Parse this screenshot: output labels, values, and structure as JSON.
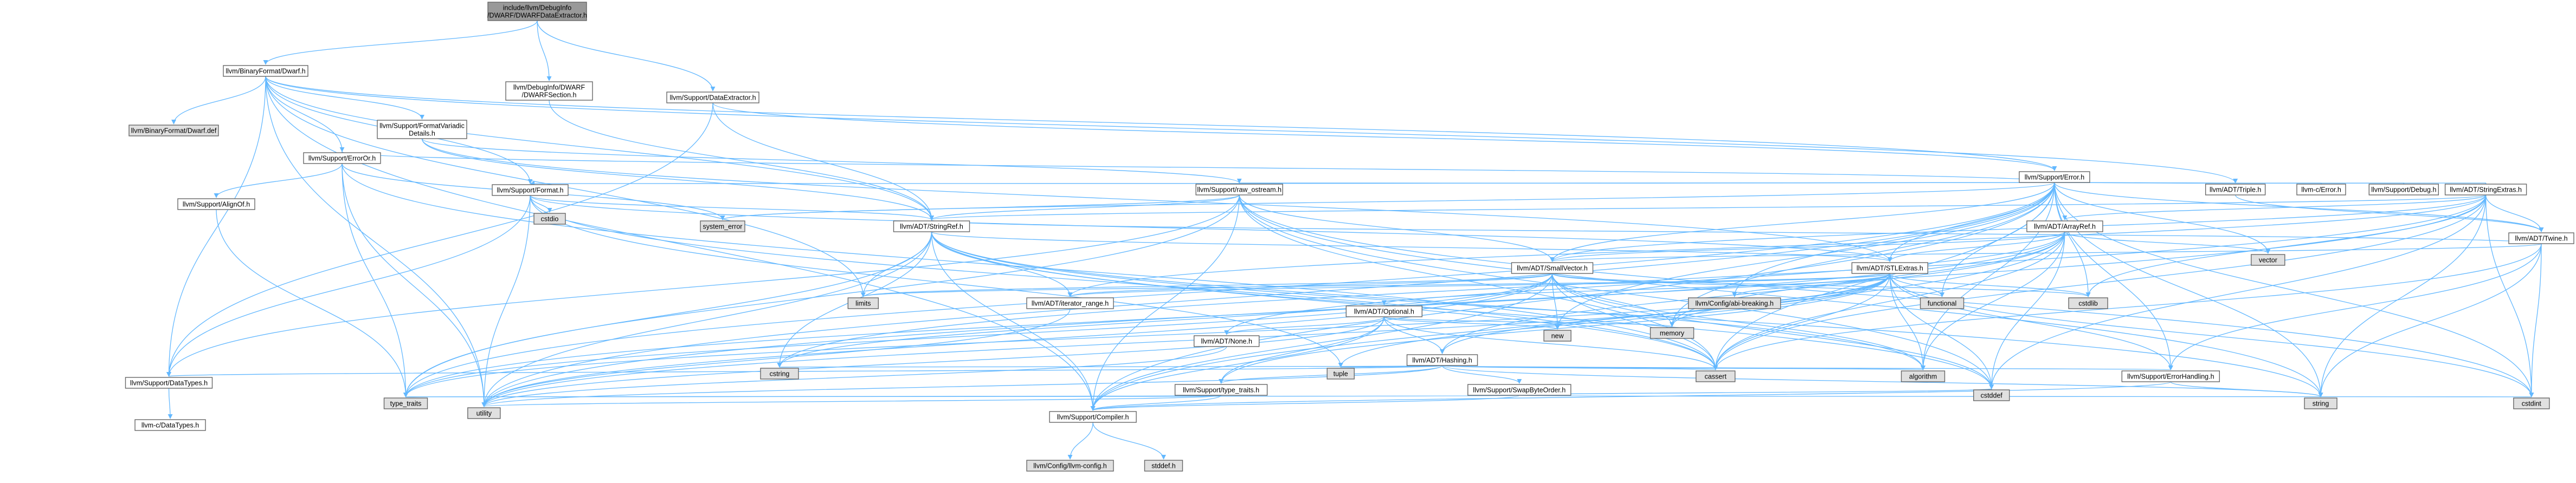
{
  "colors": {
    "edge": "#63b8ff",
    "node_fill": "#ffffff",
    "focus_fill": "#999999",
    "system_fill": "#e0e0e0",
    "node_border": "#666666",
    "red_border": "#ff0000"
  },
  "nodes": [
    {
      "id": "root",
      "label": [
        "include/llvm/DebugInfo",
        "/DWARF/DWARFDataExtractor.h"
      ],
      "style": "focus"
    },
    {
      "id": "dwarf",
      "label": [
        "llvm/BinaryFormat/Dwarf.h"
      ],
      "style": "normal"
    },
    {
      "id": "dwarfsect",
      "label": [
        "llvm/DebugInfo/DWARF",
        "/DWARFSection.h"
      ],
      "style": "normal"
    },
    {
      "id": "dataext",
      "label": [
        "llvm/Support/DataExtractor.h"
      ],
      "style": "normal"
    },
    {
      "id": "dwarfdef",
      "label": [
        "llvm/BinaryFormat/Dwarf.def"
      ],
      "style": "system"
    },
    {
      "id": "fmtvar",
      "label": [
        "llvm/Support/FormatVariadic",
        "Details.h"
      ],
      "style": "normal"
    },
    {
      "id": "erroror",
      "label": [
        "llvm/Support/ErrorOr.h"
      ],
      "style": "normal"
    },
    {
      "id": "format",
      "label": [
        "llvm/Support/Format.h"
      ],
      "style": "normal"
    },
    {
      "id": "alignof",
      "label": [
        "llvm/Support/AlignOf.h"
      ],
      "style": "normal"
    },
    {
      "id": "cstdio",
      "label": [
        "cstdio"
      ],
      "style": "system"
    },
    {
      "id": "syserr",
      "label": [
        "system_error"
      ],
      "style": "system"
    },
    {
      "id": "rawos",
      "label": [
        "llvm/Support/raw_ostream.h"
      ],
      "style": "red"
    },
    {
      "id": "stringref",
      "label": [
        "llvm/ADT/StringRef.h"
      ],
      "style": "normal"
    },
    {
      "id": "error",
      "label": [
        "llvm/Support/Error.h"
      ],
      "style": "normal"
    },
    {
      "id": "triple",
      "label": [
        "llvm/ADT/Triple.h"
      ],
      "style": "normal"
    },
    {
      "id": "cerror",
      "label": [
        "llvm-c/Error.h"
      ],
      "style": "red"
    },
    {
      "id": "debug",
      "label": [
        "llvm/Support/Debug.h"
      ],
      "style": "normal"
    },
    {
      "id": "strext",
      "label": [
        "llvm/ADT/StringExtras.h"
      ],
      "style": "red"
    },
    {
      "id": "twine",
      "label": [
        "llvm/ADT/Twine.h"
      ],
      "style": "normal"
    },
    {
      "id": "arrayref",
      "label": [
        "llvm/ADT/ArrayRef.h"
      ],
      "style": "red"
    },
    {
      "id": "vector",
      "label": [
        "vector"
      ],
      "style": "system"
    },
    {
      "id": "smallvec",
      "label": [
        "llvm/ADT/SmallVector.h"
      ],
      "style": "red"
    },
    {
      "id": "stlextras",
      "label": [
        "llvm/ADT/STLExtras.h"
      ],
      "style": "red"
    },
    {
      "id": "limits",
      "label": [
        "limits"
      ],
      "style": "system"
    },
    {
      "id": "iterrange",
      "label": [
        "llvm/ADT/iterator_range.h"
      ],
      "style": "normal"
    },
    {
      "id": "optional",
      "label": [
        "llvm/ADT/Optional.h"
      ],
      "style": "normal"
    },
    {
      "id": "none",
      "label": [
        "llvm/ADT/None.h"
      ],
      "style": "normal"
    },
    {
      "id": "hashing",
      "label": [
        "llvm/ADT/Hashing.h"
      ],
      "style": "normal"
    },
    {
      "id": "cfgbreak",
      "label": [
        "llvm/Config/abi-breaking.h"
      ],
      "style": "system"
    },
    {
      "id": "memory",
      "label": [
        "memory"
      ],
      "style": "system"
    },
    {
      "id": "functional",
      "label": [
        "functional"
      ],
      "style": "system"
    },
    {
      "id": "cstdlib",
      "label": [
        "cstdlib"
      ],
      "style": "system"
    },
    {
      "id": "new",
      "label": [
        "new"
      ],
      "style": "system"
    },
    {
      "id": "tuple",
      "label": [
        "tuple"
      ],
      "style": "system"
    },
    {
      "id": "cstring",
      "label": [
        "cstring"
      ],
      "style": "system"
    },
    {
      "id": "typetraits",
      "label": [
        "llvm/Support/type_traits.h"
      ],
      "style": "normal"
    },
    {
      "id": "swapbyte",
      "label": [
        "llvm/Support/SwapByteOrder.h"
      ],
      "style": "red"
    },
    {
      "id": "datatypes",
      "label": [
        "llvm/Support/DataTypes.h"
      ],
      "style": "normal"
    },
    {
      "id": "cdatatypes",
      "label": [
        "llvm-c/DataTypes.h"
      ],
      "style": "red"
    },
    {
      "id": "type_traits",
      "label": [
        "type_traits"
      ],
      "style": "system"
    },
    {
      "id": "utility",
      "label": [
        "utility"
      ],
      "style": "system"
    },
    {
      "id": "compiler",
      "label": [
        "llvm/Support/Compiler.h"
      ],
      "style": "normal"
    },
    {
      "id": "cassert",
      "label": [
        "cassert"
      ],
      "style": "system"
    },
    {
      "id": "algorithm",
      "label": [
        "algorithm"
      ],
      "style": "system"
    },
    {
      "id": "errhandling",
      "label": [
        "llvm/Support/ErrorHandling.h"
      ],
      "style": "normal"
    },
    {
      "id": "cstddef",
      "label": [
        "cstddef"
      ],
      "style": "system"
    },
    {
      "id": "string",
      "label": [
        "string"
      ],
      "style": "system"
    },
    {
      "id": "cstdint",
      "label": [
        "cstdint"
      ],
      "style": "system"
    },
    {
      "id": "llvmconfig",
      "label": [
        "llvm/Config/llvm-config.h"
      ],
      "style": "system"
    },
    {
      "id": "stddef",
      "label": [
        "stddef.h"
      ],
      "style": "system"
    }
  ],
  "edges": [
    [
      "root",
      "dwarf"
    ],
    [
      "root",
      "dwarfsect"
    ],
    [
      "root",
      "dataext"
    ],
    [
      "dwarf",
      "dwarfdef"
    ],
    [
      "dwarf",
      "fmtvar"
    ],
    [
      "dwarf",
      "erroror"
    ],
    [
      "dwarf",
      "format"
    ],
    [
      "dwarf",
      "stringref"
    ],
    [
      "dwarf",
      "error"
    ],
    [
      "dwarf",
      "triple"
    ],
    [
      "dwarf",
      "datatypes"
    ],
    [
      "dwarf",
      "limits"
    ],
    [
      "dwarf",
      "compiler"
    ],
    [
      "dwarf",
      "utility"
    ],
    [
      "dwarfsect",
      "stringref"
    ],
    [
      "dataext",
      "error"
    ],
    [
      "dataext",
      "stringref"
    ],
    [
      "dataext",
      "datatypes"
    ],
    [
      "fmtvar",
      "rawos"
    ],
    [
      "fmtvar",
      "stringref"
    ],
    [
      "fmtvar",
      "stlextras"
    ],
    [
      "erroror",
      "alignof"
    ],
    [
      "erroror",
      "syserr"
    ],
    [
      "erroror",
      "cassert"
    ],
    [
      "erroror",
      "type_traits"
    ],
    [
      "erroror",
      "utility"
    ],
    [
      "alignof",
      "type_traits"
    ],
    [
      "format",
      "cstdio"
    ],
    [
      "format",
      "stringref"
    ],
    [
      "format",
      "stlextras"
    ],
    [
      "format",
      "datatypes"
    ],
    [
      "format",
      "cassert"
    ],
    [
      "format",
      "tuple"
    ],
    [
      "format",
      "utility"
    ],
    [
      "rawos",
      "stringref"
    ],
    [
      "rawos",
      "smallvec"
    ],
    [
      "rawos",
      "datatypes"
    ],
    [
      "rawos",
      "syserr"
    ],
    [
      "rawos",
      "cassert"
    ],
    [
      "rawos",
      "cstddef"
    ],
    [
      "rawos",
      "cstdint"
    ],
    [
      "rawos",
      "string"
    ],
    [
      "rawos",
      "type_traits"
    ],
    [
      "rawos",
      "compiler"
    ],
    [
      "stringref",
      "stlextras"
    ],
    [
      "stringref",
      "iterrange"
    ],
    [
      "stringref",
      "compiler"
    ],
    [
      "stringref",
      "algorithm"
    ],
    [
      "stringref",
      "cassert"
    ],
    [
      "stringref",
      "cstddef"
    ],
    [
      "stringref",
      "cstring"
    ],
    [
      "stringref",
      "limits"
    ],
    [
      "stringref",
      "string"
    ],
    [
      "stringref",
      "type_traits"
    ],
    [
      "stringref",
      "utility"
    ],
    [
      "error",
      "cerror"
    ],
    [
      "error",
      "strext"
    ],
    [
      "error",
      "twine"
    ],
    [
      "error",
      "compiler"
    ],
    [
      "error",
      "debug"
    ],
    [
      "error",
      "errhandling"
    ],
    [
      "error",
      "erroror"
    ],
    [
      "error",
      "format"
    ],
    [
      "error",
      "rawos"
    ],
    [
      "error",
      "algorithm"
    ],
    [
      "error",
      "cassert"
    ],
    [
      "error",
      "cstdint"
    ],
    [
      "error",
      "cstdlib"
    ],
    [
      "error",
      "functional"
    ],
    [
      "error",
      "memory"
    ],
    [
      "error",
      "new"
    ],
    [
      "error",
      "string"
    ],
    [
      "error",
      "syserr"
    ],
    [
      "error",
      "type_traits"
    ],
    [
      "error",
      "utility"
    ],
    [
      "error",
      "vector"
    ],
    [
      "error",
      "stlextras"
    ],
    [
      "error",
      "cfgbreak"
    ],
    [
      "error",
      "smallvec"
    ],
    [
      "triple",
      "twine"
    ],
    [
      "strext",
      "arrayref"
    ],
    [
      "strext",
      "smallvec"
    ],
    [
      "strext",
      "stringref"
    ],
    [
      "strext",
      "twine"
    ],
    [
      "strext",
      "cassert"
    ],
    [
      "strext",
      "cstddef"
    ],
    [
      "strext",
      "cstdint"
    ],
    [
      "strext",
      "cstdlib"
    ],
    [
      "strext",
      "cstring"
    ],
    [
      "strext",
      "iterrange"
    ],
    [
      "strext",
      "string"
    ],
    [
      "strext",
      "utility"
    ],
    [
      "twine",
      "smallvec"
    ],
    [
      "twine",
      "stringref"
    ],
    [
      "twine",
      "errhandling"
    ],
    [
      "twine",
      "cassert"
    ],
    [
      "twine",
      "cstdint"
    ],
    [
      "twine",
      "string"
    ],
    [
      "arrayref",
      "hashing"
    ],
    [
      "arrayref",
      "none"
    ],
    [
      "arrayref",
      "smallvec"
    ],
    [
      "arrayref",
      "stlextras"
    ],
    [
      "arrayref",
      "compiler"
    ],
    [
      "arrayref",
      "algorithm"
    ],
    [
      "arrayref",
      "array"
    ],
    [
      "arrayref",
      "cassert"
    ],
    [
      "arrayref",
      "cstddef"
    ],
    [
      "arrayref",
      "memory"
    ],
    [
      "arrayref",
      "type_traits"
    ],
    [
      "arrayref",
      "vector"
    ],
    [
      "smallvec",
      "compiler"
    ],
    [
      "smallvec",
      "type_traits"
    ],
    [
      "smallvec",
      "algorithm"
    ],
    [
      "smallvec",
      "cassert"
    ],
    [
      "smallvec",
      "cstddef"
    ],
    [
      "smallvec",
      "cstdlib"
    ],
    [
      "smallvec",
      "cstring"
    ],
    [
      "smallvec",
      "functional"
    ],
    [
      "smallvec",
      "iterator"
    ],
    [
      "smallvec",
      "limits"
    ],
    [
      "smallvec",
      "memory"
    ],
    [
      "smallvec",
      "new"
    ],
    [
      "smallvec",
      "utility"
    ],
    [
      "smallvec",
      "iterrange"
    ],
    [
      "stlextras",
      "hashing"
    ],
    [
      "stlextras",
      "optional"
    ],
    [
      "stlextras",
      "iterrange"
    ],
    [
      "stlextras",
      "cfgbreak"
    ],
    [
      "stlextras",
      "errhandling"
    ],
    [
      "stlextras",
      "algorithm"
    ],
    [
      "stlextras",
      "cassert"
    ],
    [
      "stlextras",
      "cstddef"
    ],
    [
      "stlextras",
      "cstdint"
    ],
    [
      "stlextras",
      "cstdlib"
    ],
    [
      "stlextras",
      "functional"
    ],
    [
      "stlextras",
      "limits"
    ],
    [
      "stlextras",
      "memory"
    ],
    [
      "stlextras",
      "tuple"
    ],
    [
      "stlextras",
      "type_traits"
    ],
    [
      "stlextras",
      "utility"
    ],
    [
      "stlextras",
      "typetraits"
    ],
    [
      "optional",
      "hashing"
    ],
    [
      "optional",
      "none"
    ],
    [
      "optional",
      "compiler"
    ],
    [
      "optional",
      "typetraits"
    ],
    [
      "optional",
      "cassert"
    ],
    [
      "optional",
      "memory"
    ],
    [
      "optional",
      "new"
    ],
    [
      "optional",
      "utility"
    ],
    [
      "hashing",
      "datatypes"
    ],
    [
      "hashing",
      "errhandling"
    ],
    [
      "hashing",
      "swapbyte"
    ],
    [
      "hashing",
      "typetraits"
    ],
    [
      "hashing",
      "algorithm"
    ],
    [
      "hashing",
      "cassert"
    ],
    [
      "hashing",
      "cstring"
    ],
    [
      "hashing",
      "string"
    ],
    [
      "hashing",
      "tuple"
    ],
    [
      "hashing",
      "utility"
    ],
    [
      "typetraits",
      "compiler"
    ],
    [
      "typetraits",
      "type_traits"
    ],
    [
      "typetraits",
      "utility"
    ],
    [
      "swapbyte",
      "compiler"
    ],
    [
      "swapbyte",
      "cstddef"
    ],
    [
      "swapbyte",
      "cstdint"
    ],
    [
      "swapbyte",
      "type_traits"
    ],
    [
      "datatypes",
      "cdatatypes"
    ],
    [
      "errhandling",
      "compiler"
    ],
    [
      "errhandling",
      "string"
    ],
    [
      "compiler",
      "llvmconfig"
    ],
    [
      "compiler",
      "stddef"
    ],
    [
      "none",
      "utility"
    ],
    [
      "iterrange",
      "utility"
    ]
  ]
}
